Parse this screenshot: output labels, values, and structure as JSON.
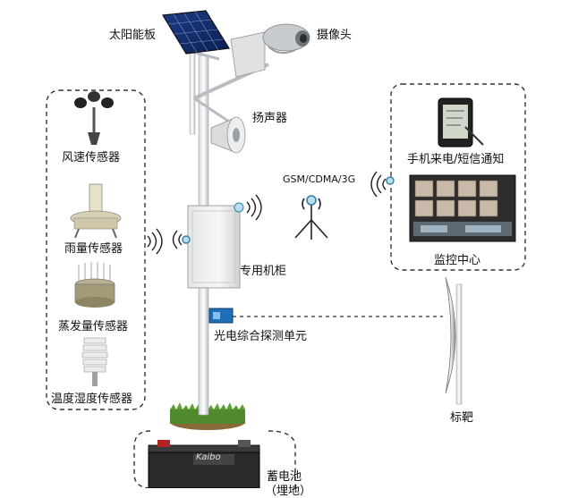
{
  "labels": {
    "solar_panel": "太阳能板",
    "camera": "摄像头",
    "speaker": "扬声器",
    "wind_sensor": "风速传感器",
    "rain_sensor": "雨量传感器",
    "evaporation_sensor": "蒸发量传感器",
    "temp_humidity_sensor": "温度湿度传感器",
    "network": "GSM/CDMA/3G",
    "sms_notify": "手机来电/短信通知",
    "monitor_center": "监控中心",
    "cabinet": "专用机柜",
    "photoelectric_unit": "光电综合探测单元",
    "target": "标靶",
    "battery": "蓄电池",
    "battery_note": "（埋地）",
    "battery_brand": "Kaibo"
  }
}
